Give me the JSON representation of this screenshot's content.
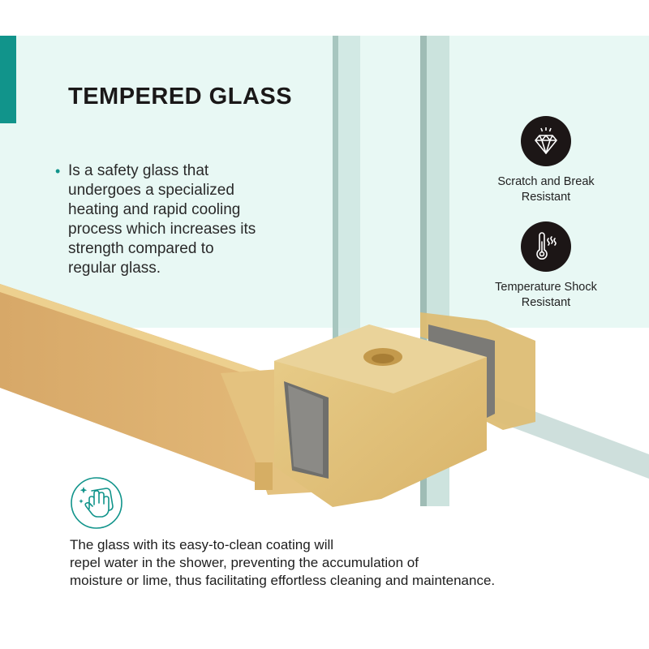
{
  "header": {
    "title": "TEMPERED GLASS",
    "accent_color": "#11948b"
  },
  "description": {
    "bullet_icon": "bullet-dot",
    "text": "Is a safety glass that undergoes a specialized heating and rapid cooling process which increases its strength compared to regular glass.",
    "lines": [
      "Is a safety glass that",
      "undergoes a specialized",
      "heating and rapid cooling",
      "process which increases its",
      "strength compared to",
      "regular glass."
    ]
  },
  "features": [
    {
      "icon": "diamond-icon",
      "line1": "Scratch and Break",
      "line2": "Resistant"
    },
    {
      "icon": "thermometer-heat-icon",
      "line1": "Temperature Shock",
      "line2": "Resistant"
    }
  ],
  "cleaning": {
    "icon": "wiping-hand-icon",
    "lines": [
      "The glass with its easy-to-clean coating will",
      "repel water in the shower, preventing the accumulation of",
      "moisture or lime, thus facilitating effortless cleaning and maintenance."
    ]
  },
  "colors": {
    "background_tint": "#e8f8f4",
    "gold": "#d9b46a",
    "icon_dark": "#1c1616",
    "teal": "#11948b"
  }
}
